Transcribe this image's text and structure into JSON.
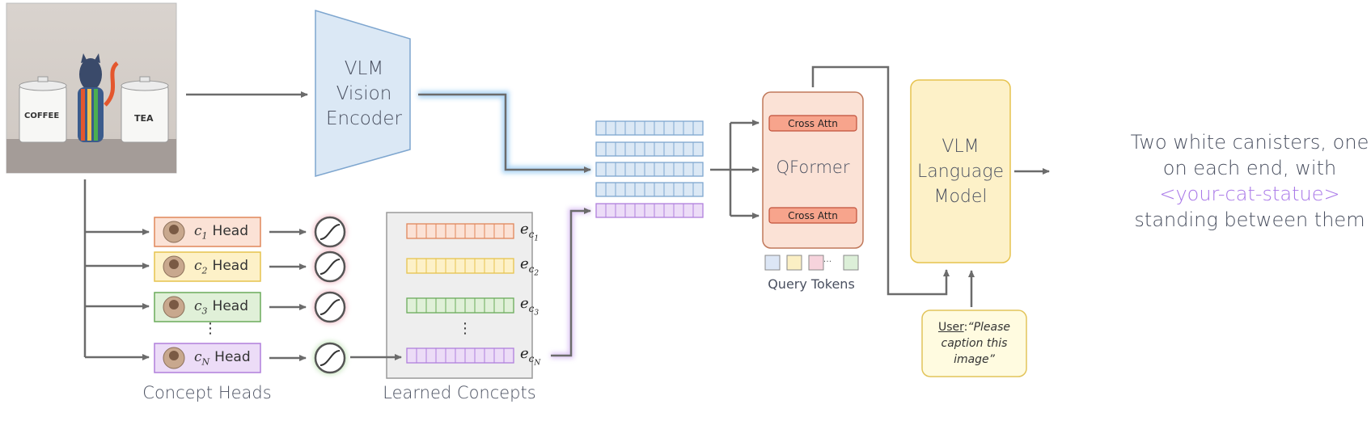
{
  "encoder": {
    "lines": [
      "VLM",
      "Vision",
      "Encoder"
    ]
  },
  "qformer": {
    "title": "QFormer",
    "cross_attn_top": "Cross Attn",
    "cross_attn_bottom": "Cross Attn"
  },
  "query_tokens": {
    "label": "Query Tokens",
    "ellipsis": "...",
    "colors": [
      "#dce6f5",
      "#fbefc4",
      "#f6d3dc",
      "#dcefd8"
    ]
  },
  "language_model": {
    "lines": [
      "VLM",
      "Language",
      "Model"
    ]
  },
  "user_prompt": {
    "prefix": "User",
    "colon": ":",
    "text_lines": [
      "“Please",
      "caption this",
      "image”"
    ]
  },
  "output_caption": {
    "line1": "Two white canisters, one",
    "line2": "on each end, with",
    "line3_accent": "<your-cat-statue>",
    "line4": "standing between them"
  },
  "concept_heads": {
    "label": "Concept Heads",
    "heads": [
      {
        "sym": "c",
        "sub": "1",
        "text": "Head",
        "fill": "#fbe2d6",
        "stroke": "#e0875a",
        "glow": "#f2b9c4"
      },
      {
        "sym": "c",
        "sub": "2",
        "text": "Head",
        "fill": "#fdf1c8",
        "stroke": "#e6c34e",
        "glow": "#f2b9c4"
      },
      {
        "sym": "c",
        "sub": "3",
        "text": "Head",
        "fill": "#e0f0d8",
        "stroke": "#6aab5a",
        "glow": "#f2b9c4"
      },
      {
        "sym": "c",
        "sub": "N",
        "text": "Head",
        "fill": "#ecdcf7",
        "stroke": "#b07fdc",
        "glow": "#bfe3b4"
      }
    ],
    "vdots": "⋮"
  },
  "learned_concepts": {
    "label": "Learned Concepts",
    "rows": [
      {
        "sym": "e",
        "sub": "c",
        "subsub": "1",
        "fill": "#fbe2d6",
        "stroke": "#e0875a"
      },
      {
        "sym": "e",
        "sub": "c",
        "subsub": "2",
        "fill": "#fdf1c8",
        "stroke": "#e6c34e"
      },
      {
        "sym": "e",
        "sub": "c",
        "subsub": "3",
        "fill": "#e0f0d8",
        "stroke": "#6aab5a"
      },
      {
        "sym": "e",
        "sub": "c",
        "subsub": "N",
        "fill": "#ecdcf7",
        "stroke": "#b07fdc"
      }
    ],
    "vdots": "⋮"
  },
  "colors": {
    "arrow": "#6b6b6b",
    "encoder_fill": "#dbe8f5",
    "encoder_stroke": "#7ea6cf",
    "embed_blue_fill": "#dbe8f5",
    "embed_blue_stroke": "#7ea6cf",
    "embed_purple_fill": "#ecdcf7",
    "embed_purple_stroke": "#b07fdc",
    "qformer_fill": "#fbe2d6",
    "qformer_stroke": "#c0785a",
    "crossattn_fill": "#f7a48c",
    "crossattn_stroke": "#c0503a",
    "lm_fill": "#fdf1c8",
    "lm_stroke": "#e6c34e",
    "user_fill": "#fffbe0",
    "user_stroke": "#e2c45a",
    "panel_fill": "#eeeeee",
    "panel_stroke": "#9a9a9a",
    "accent_text": "#a978e8"
  }
}
